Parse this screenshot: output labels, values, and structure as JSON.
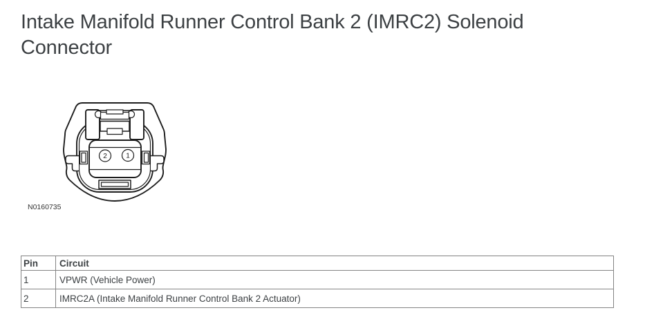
{
  "page": {
    "title": "Intake Manifold Runner Control Bank 2 (IMRC2) Solenoid Connector",
    "background_color": "#ffffff",
    "title_color": "#3c4043"
  },
  "diagram": {
    "type": "connector-front-view-line-drawing",
    "figure_id": "N0160735",
    "stroke_color": "#1c1c1c",
    "pins": [
      {
        "number": "2",
        "position": "left"
      },
      {
        "number": "1",
        "position": "right"
      }
    ]
  },
  "pin_table": {
    "headers": [
      "Pin",
      "Circuit"
    ],
    "rows": [
      {
        "pin": "1",
        "circuit": "VPWR (Vehicle Power)"
      },
      {
        "pin": "2",
        "circuit": "IMRC2A (Intake Manifold Runner Control Bank 2 Actuator)"
      }
    ],
    "border_color": "#828282",
    "text_color": "#3c4043"
  }
}
